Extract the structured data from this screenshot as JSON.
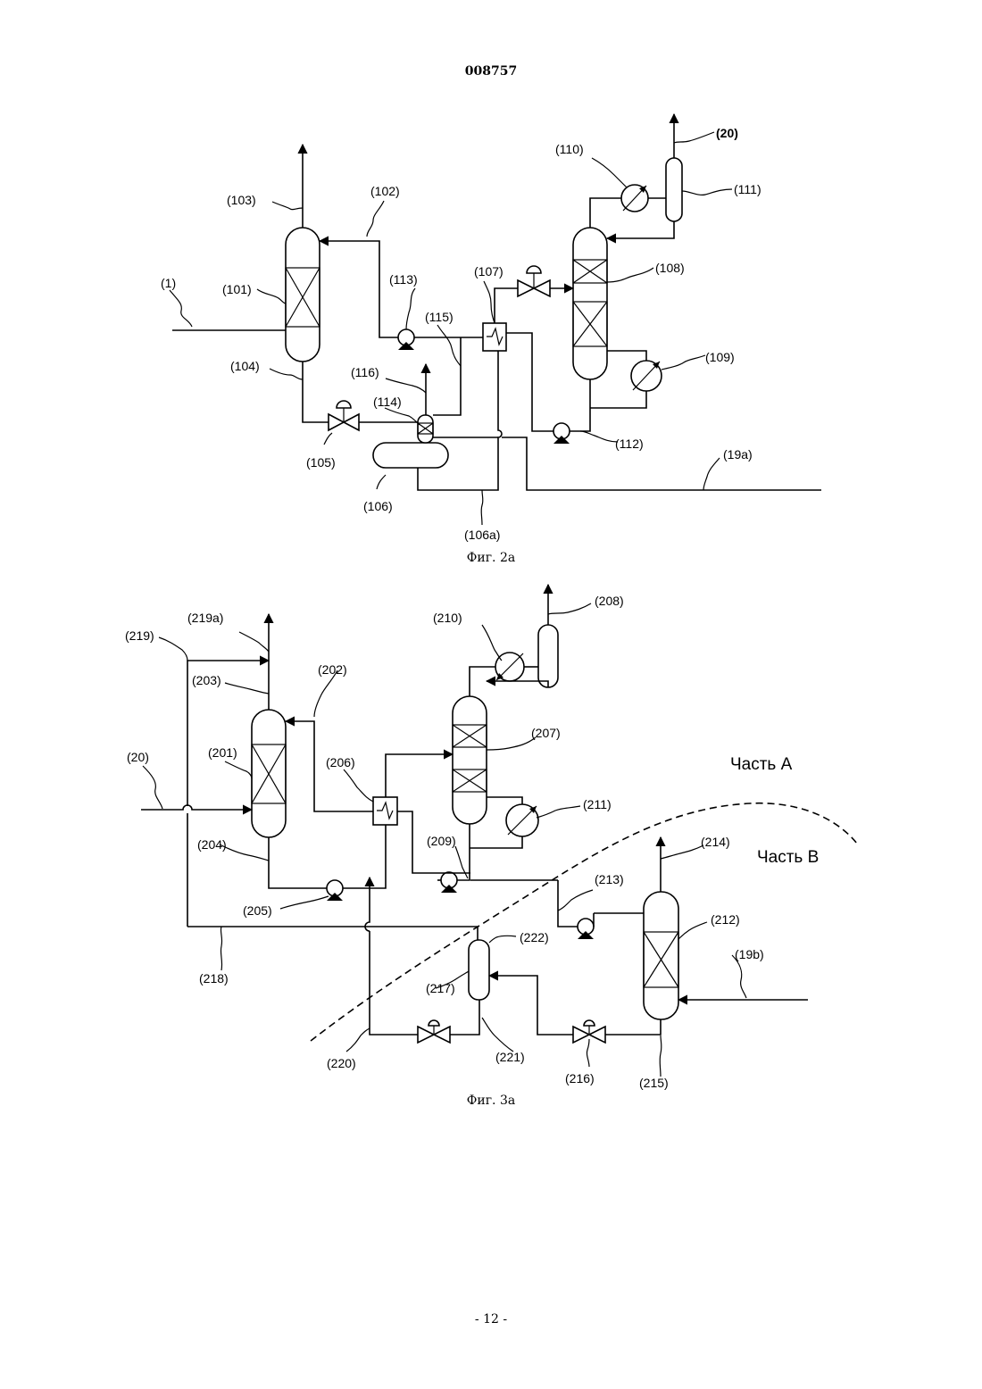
{
  "header": {
    "doc_number": "008757"
  },
  "footer": {
    "page_number": "- 12 -"
  },
  "fig2a": {
    "caption": "Фиг. 2a",
    "labels": {
      "feed_1": "(1)",
      "c101": "(101)",
      "l102": "(102)",
      "l103": "(103)",
      "l104": "(104)",
      "v105": "(105)",
      "d106": "(106)",
      "l106a": "(106a)",
      "x107": "(107)",
      "c108": "(108)",
      "r109": "(109)",
      "k110": "(110)",
      "a111": "(111)",
      "p112": "(112)",
      "p113": "(113)",
      "c114": "(114)",
      "l115": "(115)",
      "l116": "(116)",
      "out20": "(20)",
      "l19a": "(19a)"
    }
  },
  "fig3a": {
    "caption": "Фиг. 3а",
    "part_a": "Часть А",
    "part_b": "Часть В",
    "labels": {
      "feed_20": "(20)",
      "c201": "(201)",
      "l202": "(202)",
      "l203": "(203)",
      "l204": "(204)",
      "p205": "(205)",
      "x206": "(206)",
      "c207": "(207)",
      "a208": "(208)",
      "p209": "(209)",
      "k210": "(210)",
      "r211": "(211)",
      "c212": "(212)",
      "p213": "(213)",
      "l214": "(214)",
      "l215": "(215)",
      "v216": "(216)",
      "d217": "(217)",
      "l218": "(218)",
      "l219": "(219)",
      "l219a": "(219a)",
      "l220": "(220)",
      "l221": "(221)",
      "p222": "(222)",
      "l19b": "(19b)"
    }
  }
}
